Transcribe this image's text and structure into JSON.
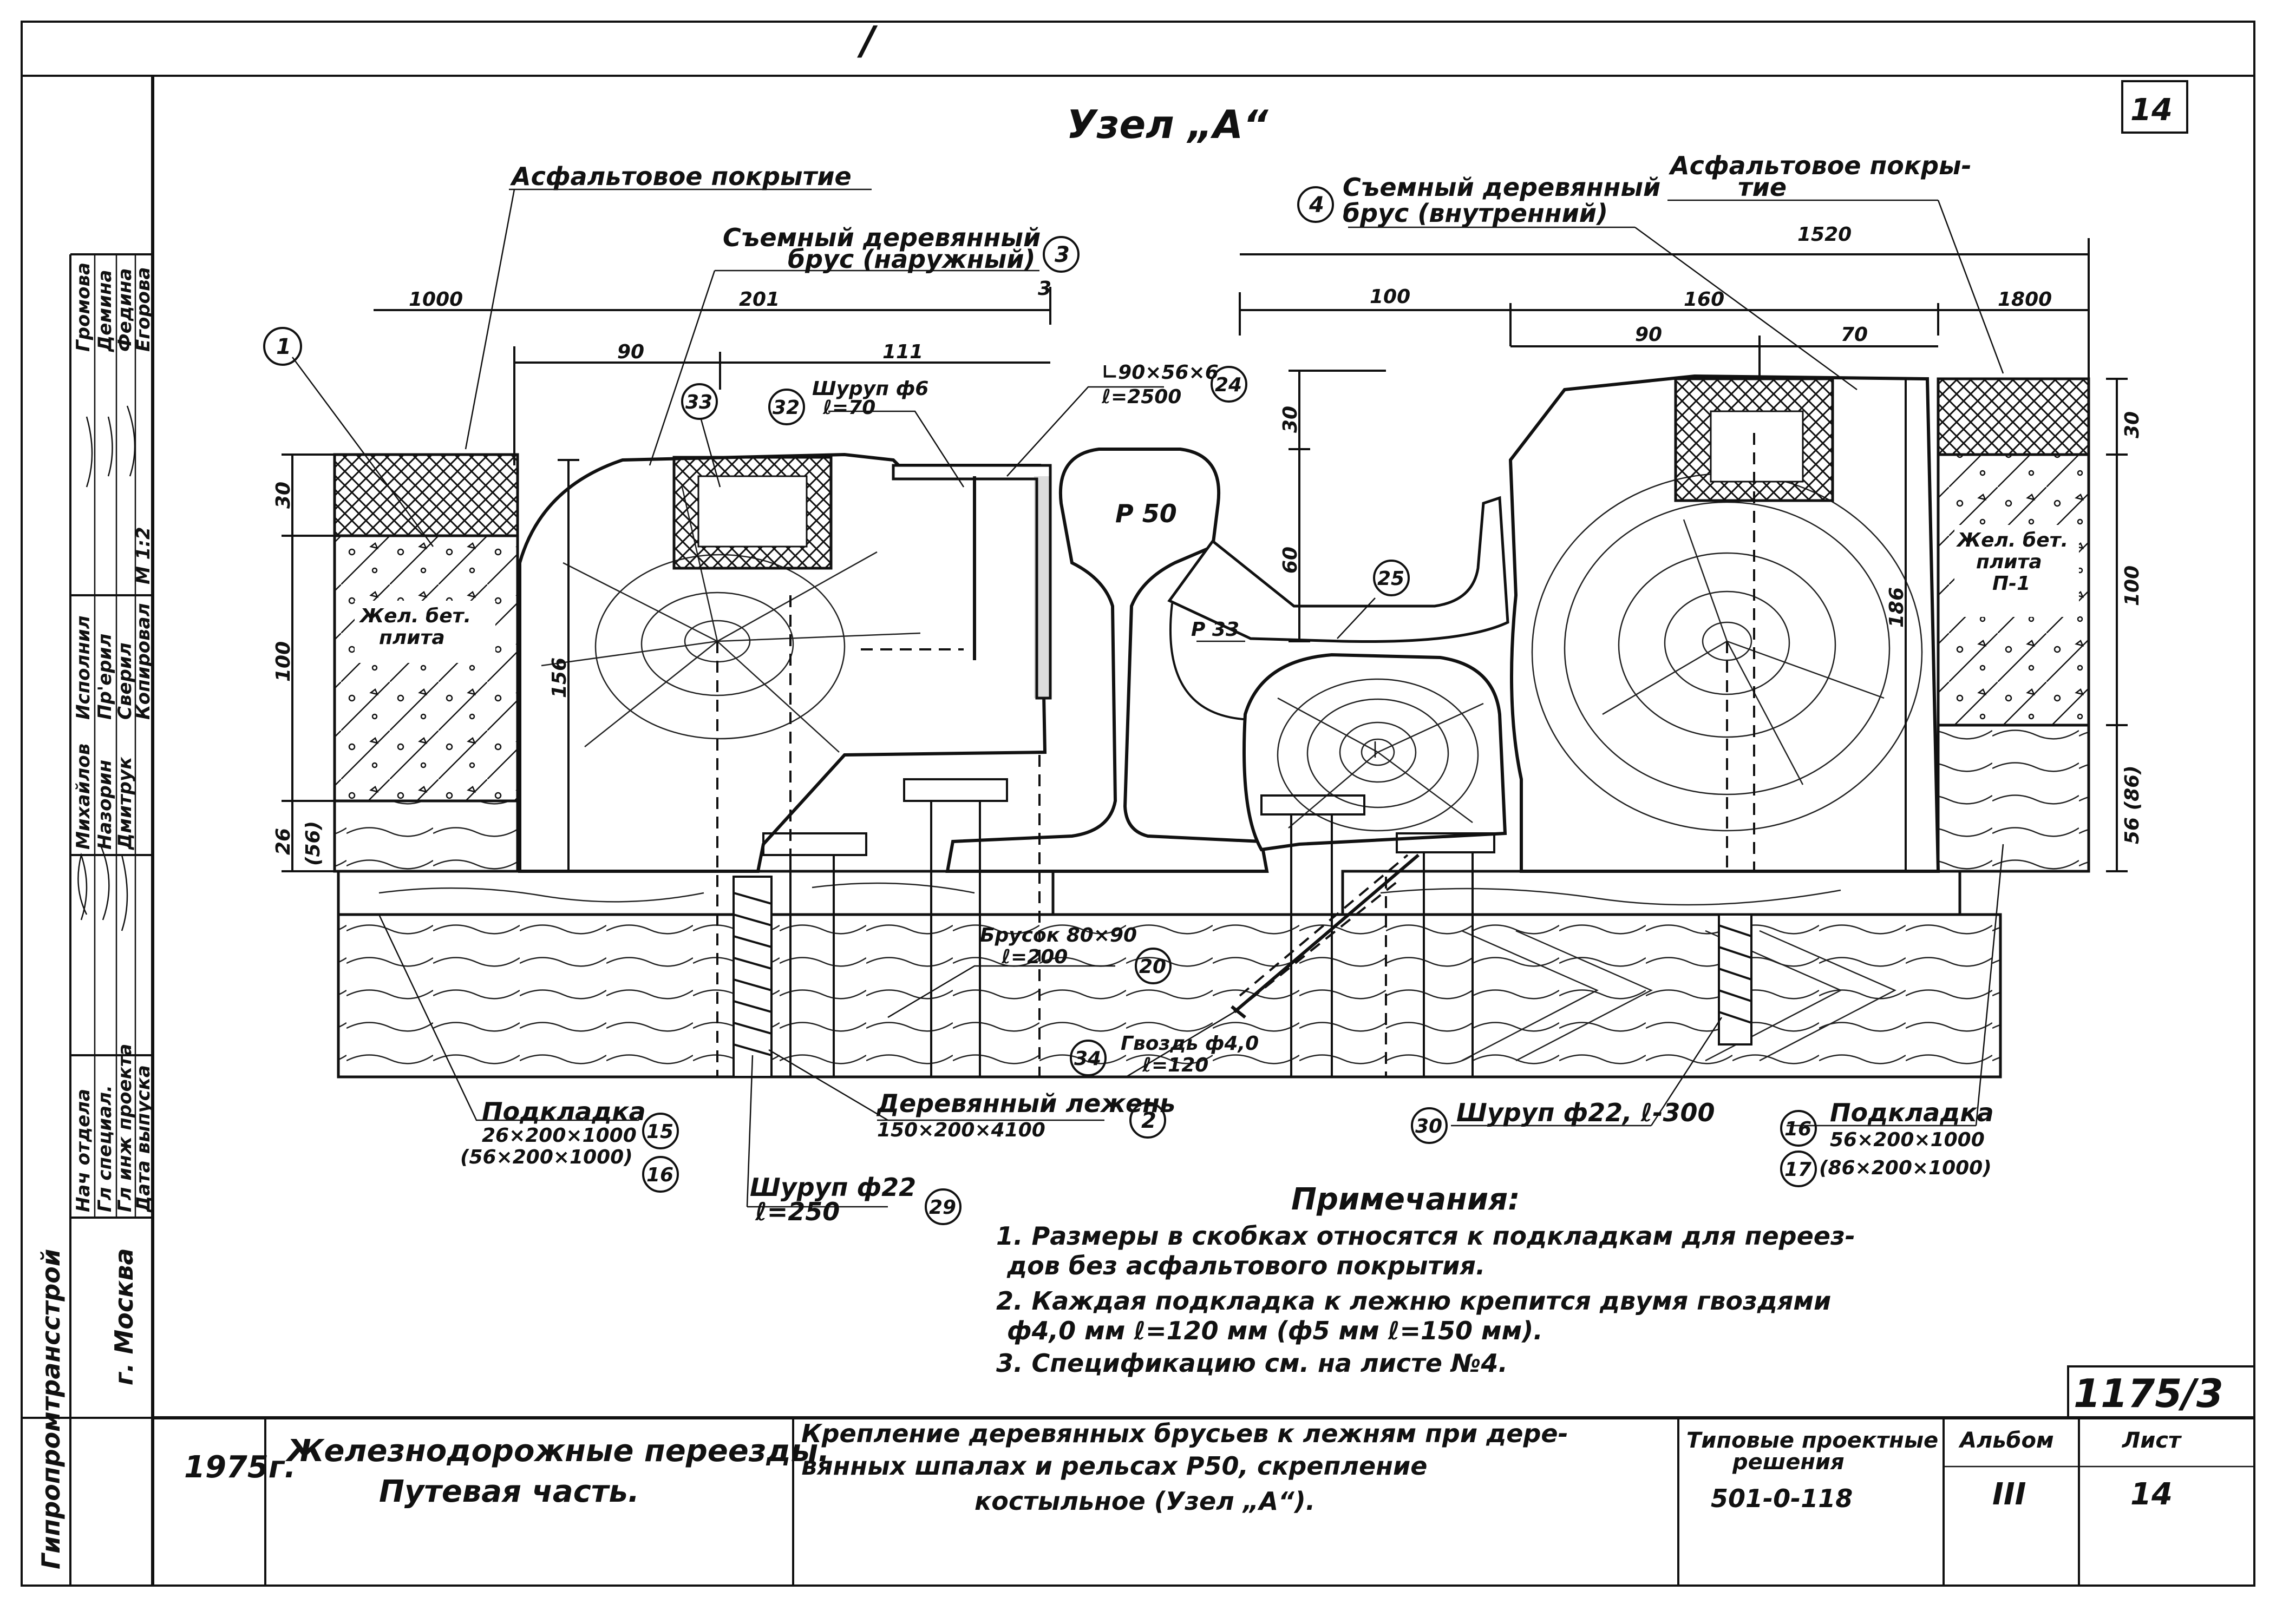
{
  "corner_marks": {
    "top_center": "/",
    "top_right": "14"
  },
  "title": "Узел „А“",
  "labels": {
    "asphalt_left": "Асфальтовое покрытие",
    "asphalt_right_l1": "Асфальтовое покры-",
    "asphalt_right_l2": "тие",
    "outer_beam_l1": "Съемный деревянный",
    "outer_beam_l2": "брус (наружный)",
    "inner_beam_l1": "Съемный деревянный",
    "inner_beam_l2": "брус (внутренний)",
    "screw6_l1": "Шуруп ф6",
    "screw6_l2": "ℓ=70",
    "angle_l1": "∟90×56×6",
    "angle_l2": "ℓ=2500",
    "rail": "Р 50",
    "rail_p33": "Р 33",
    "slab_left_l1": "Жел. бет.",
    "slab_left_l2": "плита",
    "slab_right_l1": "Жел. бет.",
    "slab_right_l2": "плита",
    "slab_right_l3": "П-1",
    "bar_l1": "Брусок 80×90",
    "bar_l2": "ℓ=200",
    "nail_l1": "Гвоздь ф4,0",
    "nail_l2": "ℓ=120",
    "pad_left_title": "Подкладка",
    "pad_left_l1": "26×200×1000",
    "pad_left_l2": "(56×200×1000)",
    "sleeper_l1": "Деревянный лежень",
    "sleeper_l2": "150×200×4100",
    "screw22_l1": "Шуруп ф22",
    "screw22_l2": "ℓ=250",
    "screw22_right": "Шуруп ф22, ℓ-300",
    "pad_right_title": "Подкладка",
    "pad_right_l1": "56×200×1000",
    "pad_right_l2": "(86×200×1000)"
  },
  "callouts": {
    "c1": "1",
    "c2": "2",
    "c3": "3",
    "c4": "4",
    "c15": "15",
    "c16a": "16",
    "c16b": "16",
    "c17": "17",
    "c20": "20",
    "c24": "24",
    "c25": "25",
    "c29": "29",
    "c30": "30",
    "c32": "32",
    "c33": "33",
    "c34": "34"
  },
  "dimensions": {
    "d1000": "1000",
    "d201": "201",
    "d3": "3",
    "d90l": "90",
    "d111": "111",
    "d1520": "1520",
    "d100top": "100",
    "d160": "160",
    "d1800": "1800",
    "d90r": "90",
    "d70": "70",
    "d30l": "30",
    "d100l": "100",
    "d26": "26",
    "d56": "(56)",
    "d156": "156",
    "d30m": "30",
    "d60": "60",
    "d186": "186",
    "d30r": "30",
    "d100r": "100",
    "d56r": "56 (86)"
  },
  "notes": {
    "heading": "Примечания:",
    "n1_l1": "1. Размеры в скобках относятся к подкладкам для переез-",
    "n1_l2": "дов без асфальтового покрытия.",
    "n2_l1": "2. Каждая подкладка к лежню крепится двумя гвоздями",
    "n2_l2": "ф4,0 мм ℓ=120 мм (ф5 мм ℓ=150 мм).",
    "n3": "3. Спецификацию см. на листе №4."
  },
  "side_block": {
    "org": "Гипропромтрансстрой",
    "city": "г. Москва",
    "r1": "Нач отдела",
    "r2": "Гл специал.",
    "r3": "Гл инж проекта",
    "r4": "Дата выпуска",
    "c1": "Михайлов",
    "c2": "Назорин",
    "c3": "Дмитрук",
    "t1": "Исполнил",
    "t2": "Пр'ерил",
    "t3": "Сверил",
    "t4": "Копировал",
    "n1": "Громова",
    "n2": "Демина",
    "n3": "Федина",
    "n4": "Егорова",
    "n5": "М 1:2"
  },
  "title_block": {
    "year": "1975г.",
    "subject_l1": "Железнодорожные переезды.",
    "subject_l2": "Путевая часть.",
    "desc_l1": "Крепление деревянных брусьев к лежням при дере-",
    "desc_l2": "вянных шпалах и рельсах Р50, скрепление",
    "desc_l3": "костыльное (Узел „А“).",
    "series_l1": "Типовые проектные",
    "series_l2": "решения",
    "series_no": "501-0-118",
    "album_label": "Альбом",
    "album": "III",
    "sheet_label": "Лист",
    "sheet": "14",
    "code": "1175/3"
  }
}
